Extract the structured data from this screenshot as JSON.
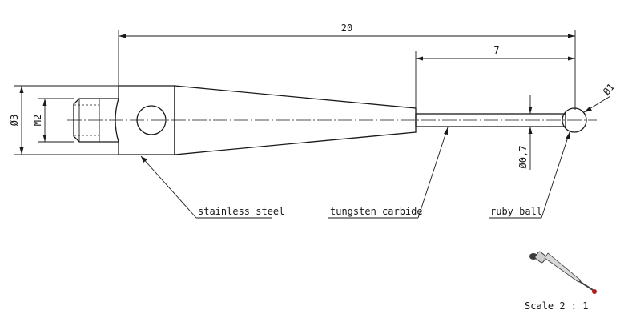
{
  "dimensions": {
    "total_length": "20",
    "stem_length": "7",
    "body_diameter": "Ø3",
    "thread": "M2",
    "stem_diameter": "Ø0,7",
    "ball_diameter": "Ø1"
  },
  "materials": {
    "body": "stainless steel",
    "stem": "tungsten carbide",
    "tip": "ruby ball"
  },
  "scale": "Scale 2 : 1",
  "colors": {
    "line": "#1a1a1a",
    "background": "#ffffff"
  }
}
